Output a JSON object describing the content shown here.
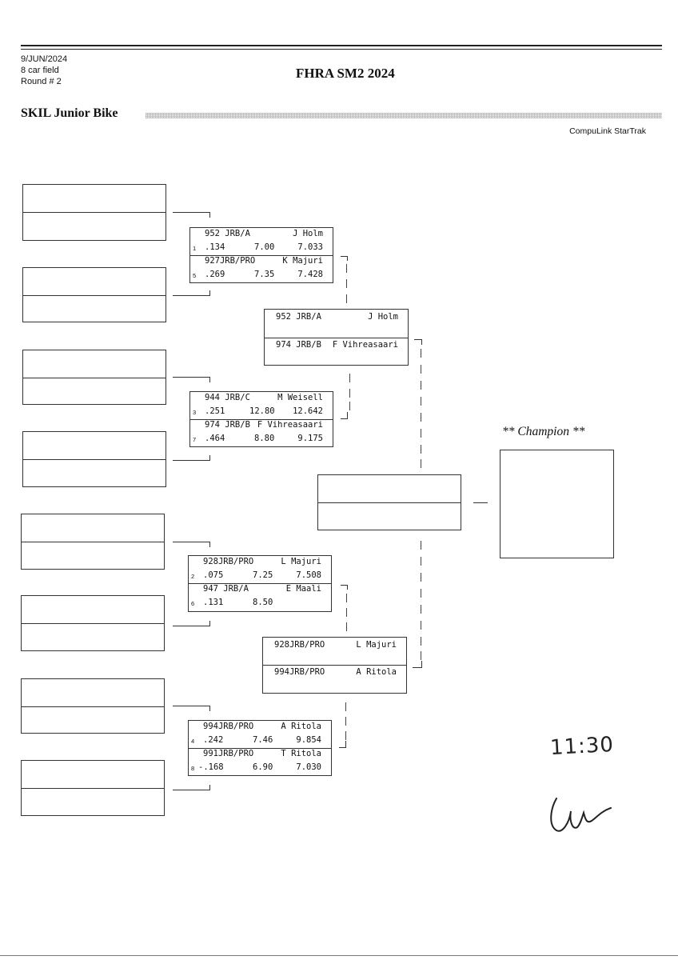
{
  "header": {
    "date": "9/JUN/2024",
    "field": "8 car field",
    "round": "Round # 2",
    "event_title": "FHRA SM2 2024",
    "class_title": "SKIL Junior Bike",
    "software": "CompuLink StarTrak"
  },
  "round2": [
    {
      "top": {
        "lane": "1",
        "id": "952 JRB/A",
        "driver": "J Holm",
        "rt": ".134",
        "dial": "7.00",
        "et": "7.033"
      },
      "bottom": {
        "lane": "5",
        "id": "927JRB/PRO",
        "driver": "K Majuri",
        "rt": ".269",
        "dial": "7.35",
        "et": "7.428"
      }
    },
    {
      "top": {
        "lane": "3",
        "id": "944 JRB/C",
        "driver": "M Weisell",
        "rt": ".251",
        "dial": "12.80",
        "et": "12.642"
      },
      "bottom": {
        "lane": "7",
        "id": "974 JRB/B",
        "driver": "F Vihreasaari",
        "rt": ".464",
        "dial": "8.80",
        "et": "9.175"
      }
    },
    {
      "top": {
        "lane": "2",
        "id": "928JRB/PRO",
        "driver": "L Majuri",
        "rt": ".075",
        "dial": "7.25",
        "et": "7.508"
      },
      "bottom": {
        "lane": "6",
        "id": "947 JRB/A",
        "driver": "E Maali",
        "rt": ".131",
        "dial": "8.50",
        "et": ""
      }
    },
    {
      "top": {
        "lane": "4",
        "id": "994JRB/PRO",
        "driver": "A Ritola",
        "rt": ".242",
        "dial": "7.46",
        "et": "9.854"
      },
      "bottom": {
        "lane": "8",
        "id": "991JRB/PRO",
        "driver": "T Ritola",
        "rt": "-.168",
        "dial": "6.90",
        "et": "7.030"
      }
    }
  ],
  "round3": [
    {
      "top": {
        "id": "952 JRB/A",
        "driver": "J Holm"
      },
      "bottom": {
        "id": "974 JRB/B",
        "driver": "F Vihreasaari"
      }
    },
    {
      "top": {
        "id": "928JRB/PRO",
        "driver": "L Majuri"
      },
      "bottom": {
        "id": "994JRB/PRO",
        "driver": "A Ritola"
      }
    }
  ],
  "champion_label": "** Champion **",
  "handwritten": {
    "time": "11:30"
  }
}
